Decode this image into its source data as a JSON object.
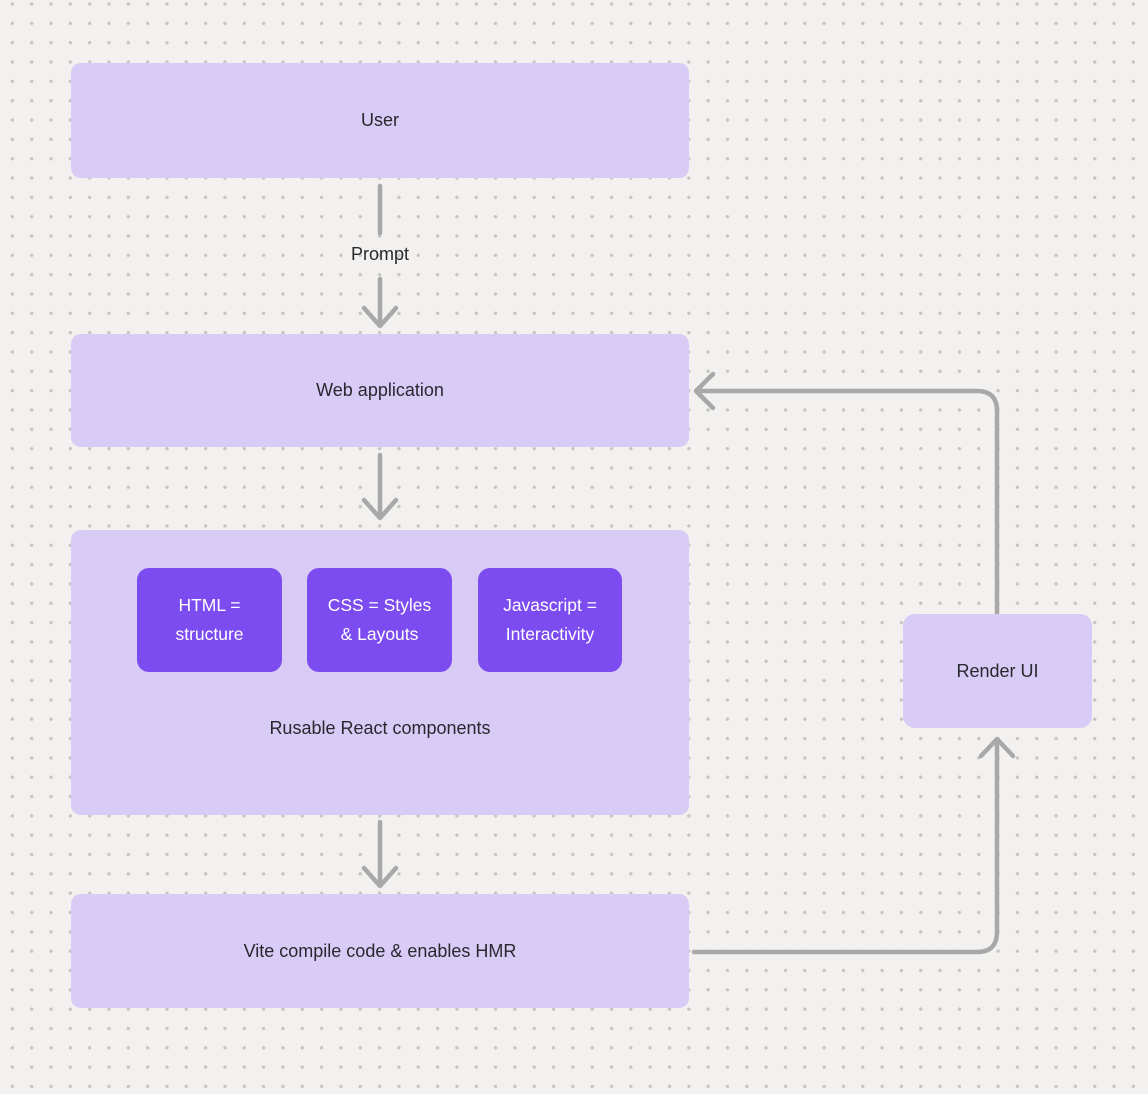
{
  "diagram": {
    "nodes": {
      "user": {
        "label": "User"
      },
      "web_application": {
        "label": "Web application"
      },
      "components_group": {
        "caption": "Rusable React components",
        "children": [
          {
            "label": "HTML =\nstructure"
          },
          {
            "label": "CSS = Styles\n& Layouts"
          },
          {
            "label": "Javascript =\nInteractivity"
          }
        ]
      },
      "vite": {
        "label": "Vite compile code & enables HMR"
      },
      "render_ui": {
        "label": "Render UI"
      }
    },
    "edge_labels": {
      "prompt": "Prompt"
    },
    "colors": {
      "canvas_bg": "#f2f1ef",
      "dot": "#c7c5c2",
      "node_fill": "#d8cbf6",
      "chip_fill": "#7c4cf0",
      "chip_text": "#ffffff",
      "text": "#28282f",
      "arrow": "#a8a8a8"
    }
  }
}
